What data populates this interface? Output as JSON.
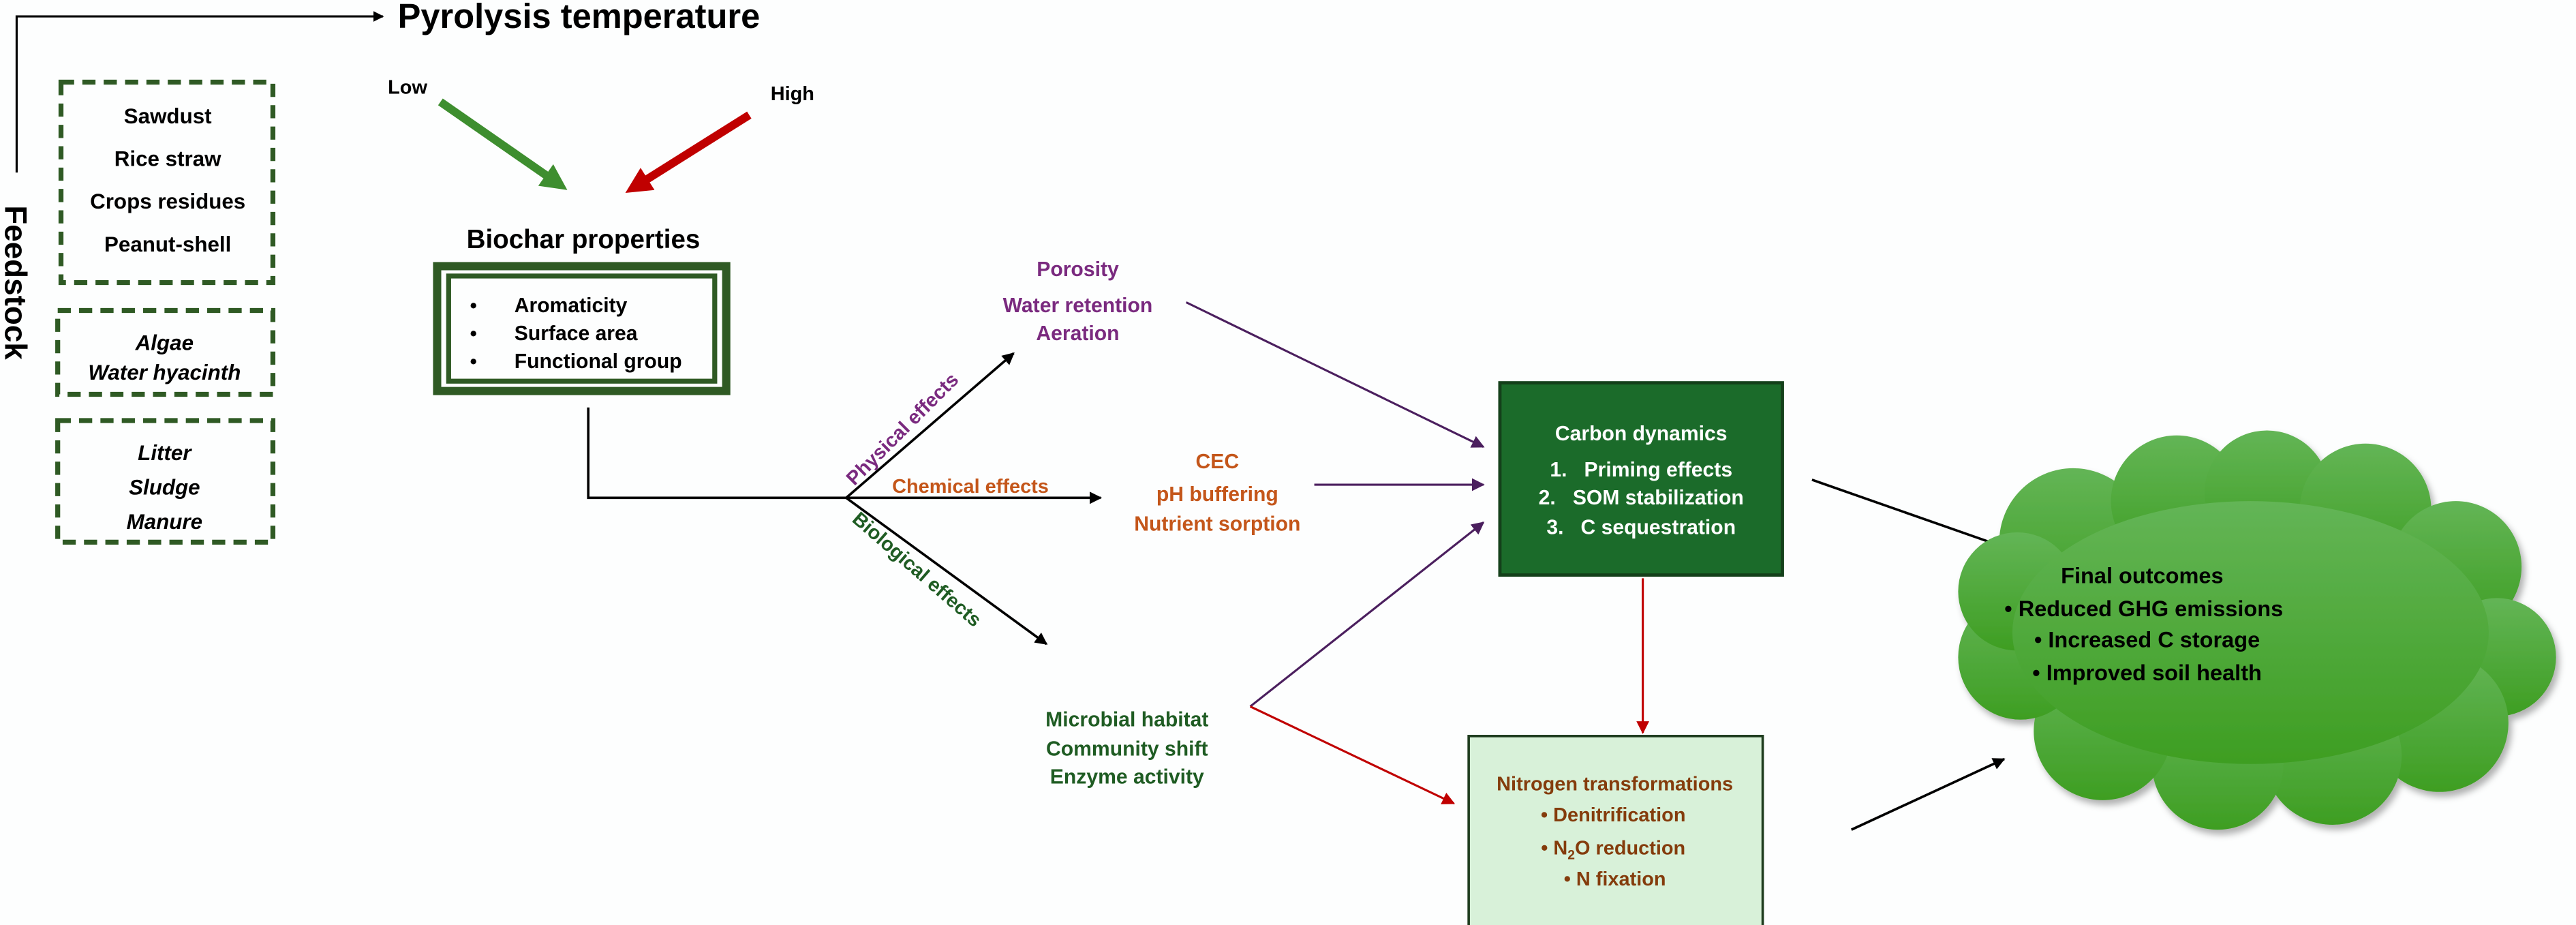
{
  "axes": {
    "pyrolysis_label": "Pyrolysis temperature",
    "feedstock_label": "Feedstock"
  },
  "feedstock_groups": [
    {
      "items": [
        "Sawdust",
        "Rice straw",
        "Crops residues",
        "Peanut-shell"
      ],
      "italic": false
    },
    {
      "items": [
        "Algae",
        "Water hyacinth"
      ],
      "italic": true
    },
    {
      "items": [
        "Litter",
        "Sludge",
        "Manure"
      ],
      "italic": true
    }
  ],
  "temperature": {
    "low": "Low",
    "high": "High",
    "low_color": "#3e8e2f",
    "high_color": "#c00000"
  },
  "biochar": {
    "title": "Biochar properties",
    "bullet": "•",
    "items": [
      "Aromaticity",
      "Surface area",
      "Functional group"
    ],
    "border_color": "#2f5a24"
  },
  "effects": {
    "physical": {
      "label": "Physical effects",
      "items": [
        "Porosity",
        "Water retention",
        "Aeration"
      ],
      "color": "#7a2a7f"
    },
    "chemical": {
      "label": "Chemical effects",
      "items": [
        "CEC",
        "pH buffering",
        "Nutrient sorption"
      ],
      "color": "#c4561a"
    },
    "biological": {
      "label": "Biological effects",
      "items": [
        "Microbial habitat",
        "Community shift",
        "Enzyme activity"
      ],
      "color": "#1f5c23"
    }
  },
  "carbon": {
    "title": "Carbon dynamics",
    "items": [
      "1.   Priming effects",
      "2.   SOM stabilization",
      "3.   C sequestration"
    ],
    "fill": "#1b6b2a"
  },
  "nitrogen": {
    "title": "Nitrogen transformations",
    "items": [
      "• Denitrification",
      "• N",
      "2",
      "O reduction",
      "• N fixation"
    ],
    "fill": "#d8f1d9",
    "text_color": "#843c0c"
  },
  "outcomes": {
    "title": "Final outcomes",
    "items": [
      "• Reduced GHG emissions",
      "• Increased C storage",
      "• Improved soil health"
    ],
    "fill": "#4caa35"
  }
}
